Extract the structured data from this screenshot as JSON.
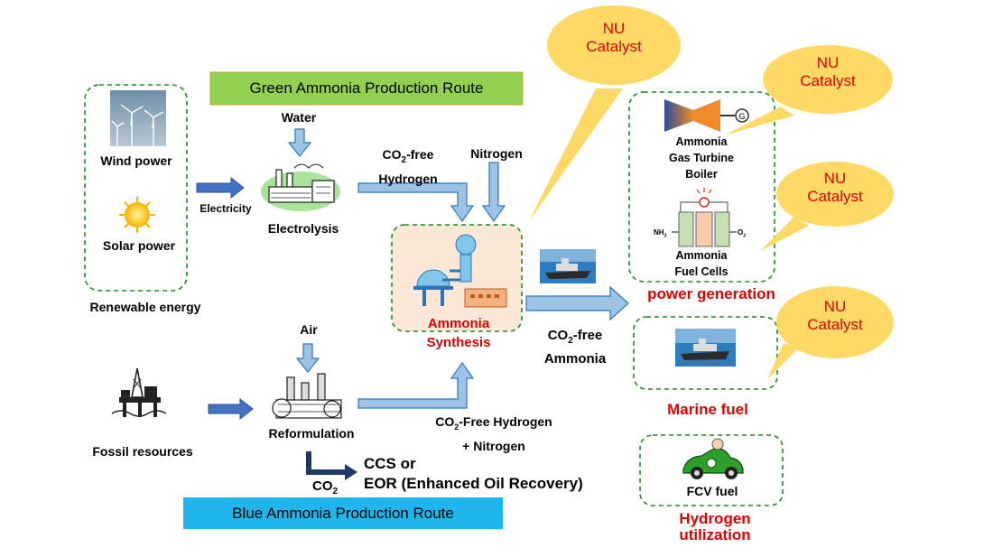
{
  "routes": {
    "green": "Green Ammonia Production Route",
    "blue": "Blue Ammonia Production Route"
  },
  "sources": {
    "wind": "Wind power",
    "solar": "Solar power",
    "renewable": "Renewable energy",
    "fossil": "Fossil resources",
    "electricity": "Electricity"
  },
  "inputs": {
    "water": "Water",
    "air": "Air",
    "nitrogen": "Nitrogen"
  },
  "processes": {
    "electrolysis": "Electrolysis",
    "reformulation": "Reformulation",
    "synthesis_line1": "Ammonia",
    "synthesis_line2": "Synthesis"
  },
  "flows": {
    "co2_prefix": "CO",
    "sub2": "2",
    "free_suffix": "-free",
    "hydrogen": "Hydrogen",
    "ammonia": "Ammonia",
    "blue_line1_suffix": "-Free Hydrogen",
    "blue_line2": "+ Nitrogen"
  },
  "ccs": {
    "line1": "CCS or",
    "line2": "EOR (Enhanced Oil Recovery)"
  },
  "power": {
    "turbine_line1": "Ammonia",
    "turbine_line2": "Gas Turbine",
    "turbine_line3": "Boiler",
    "fc_line1": "Ammonia",
    "fc_line2": "Fuel Cells",
    "nh3_prefix": "NH",
    "sub3": "3",
    "o2_prefix": "O"
  },
  "uses": {
    "power": "power generation",
    "marine": "Marine fuel",
    "fcv": "FCV fuel",
    "hydrogen_line1": "Hydrogen",
    "hydrogen_line2": "utilization"
  },
  "bubbles": [
    {
      "line1": "NU",
      "line2": "Catalyst"
    },
    {
      "line1": "NU",
      "line2": "Catalyst"
    },
    {
      "line1": "NU",
      "line2": "Catalyst"
    },
    {
      "line1": "NU",
      "line2": "Catalyst"
    }
  ],
  "colors": {
    "green_banner": "#92d050",
    "blue_banner": "#1fb6ee",
    "bubble": "#ffd966",
    "accent_red": "#e00000",
    "dashed_border": "#1e8b1e",
    "arrow_light": "#9dc3e6",
    "arrow_dark": "#4472c4"
  }
}
